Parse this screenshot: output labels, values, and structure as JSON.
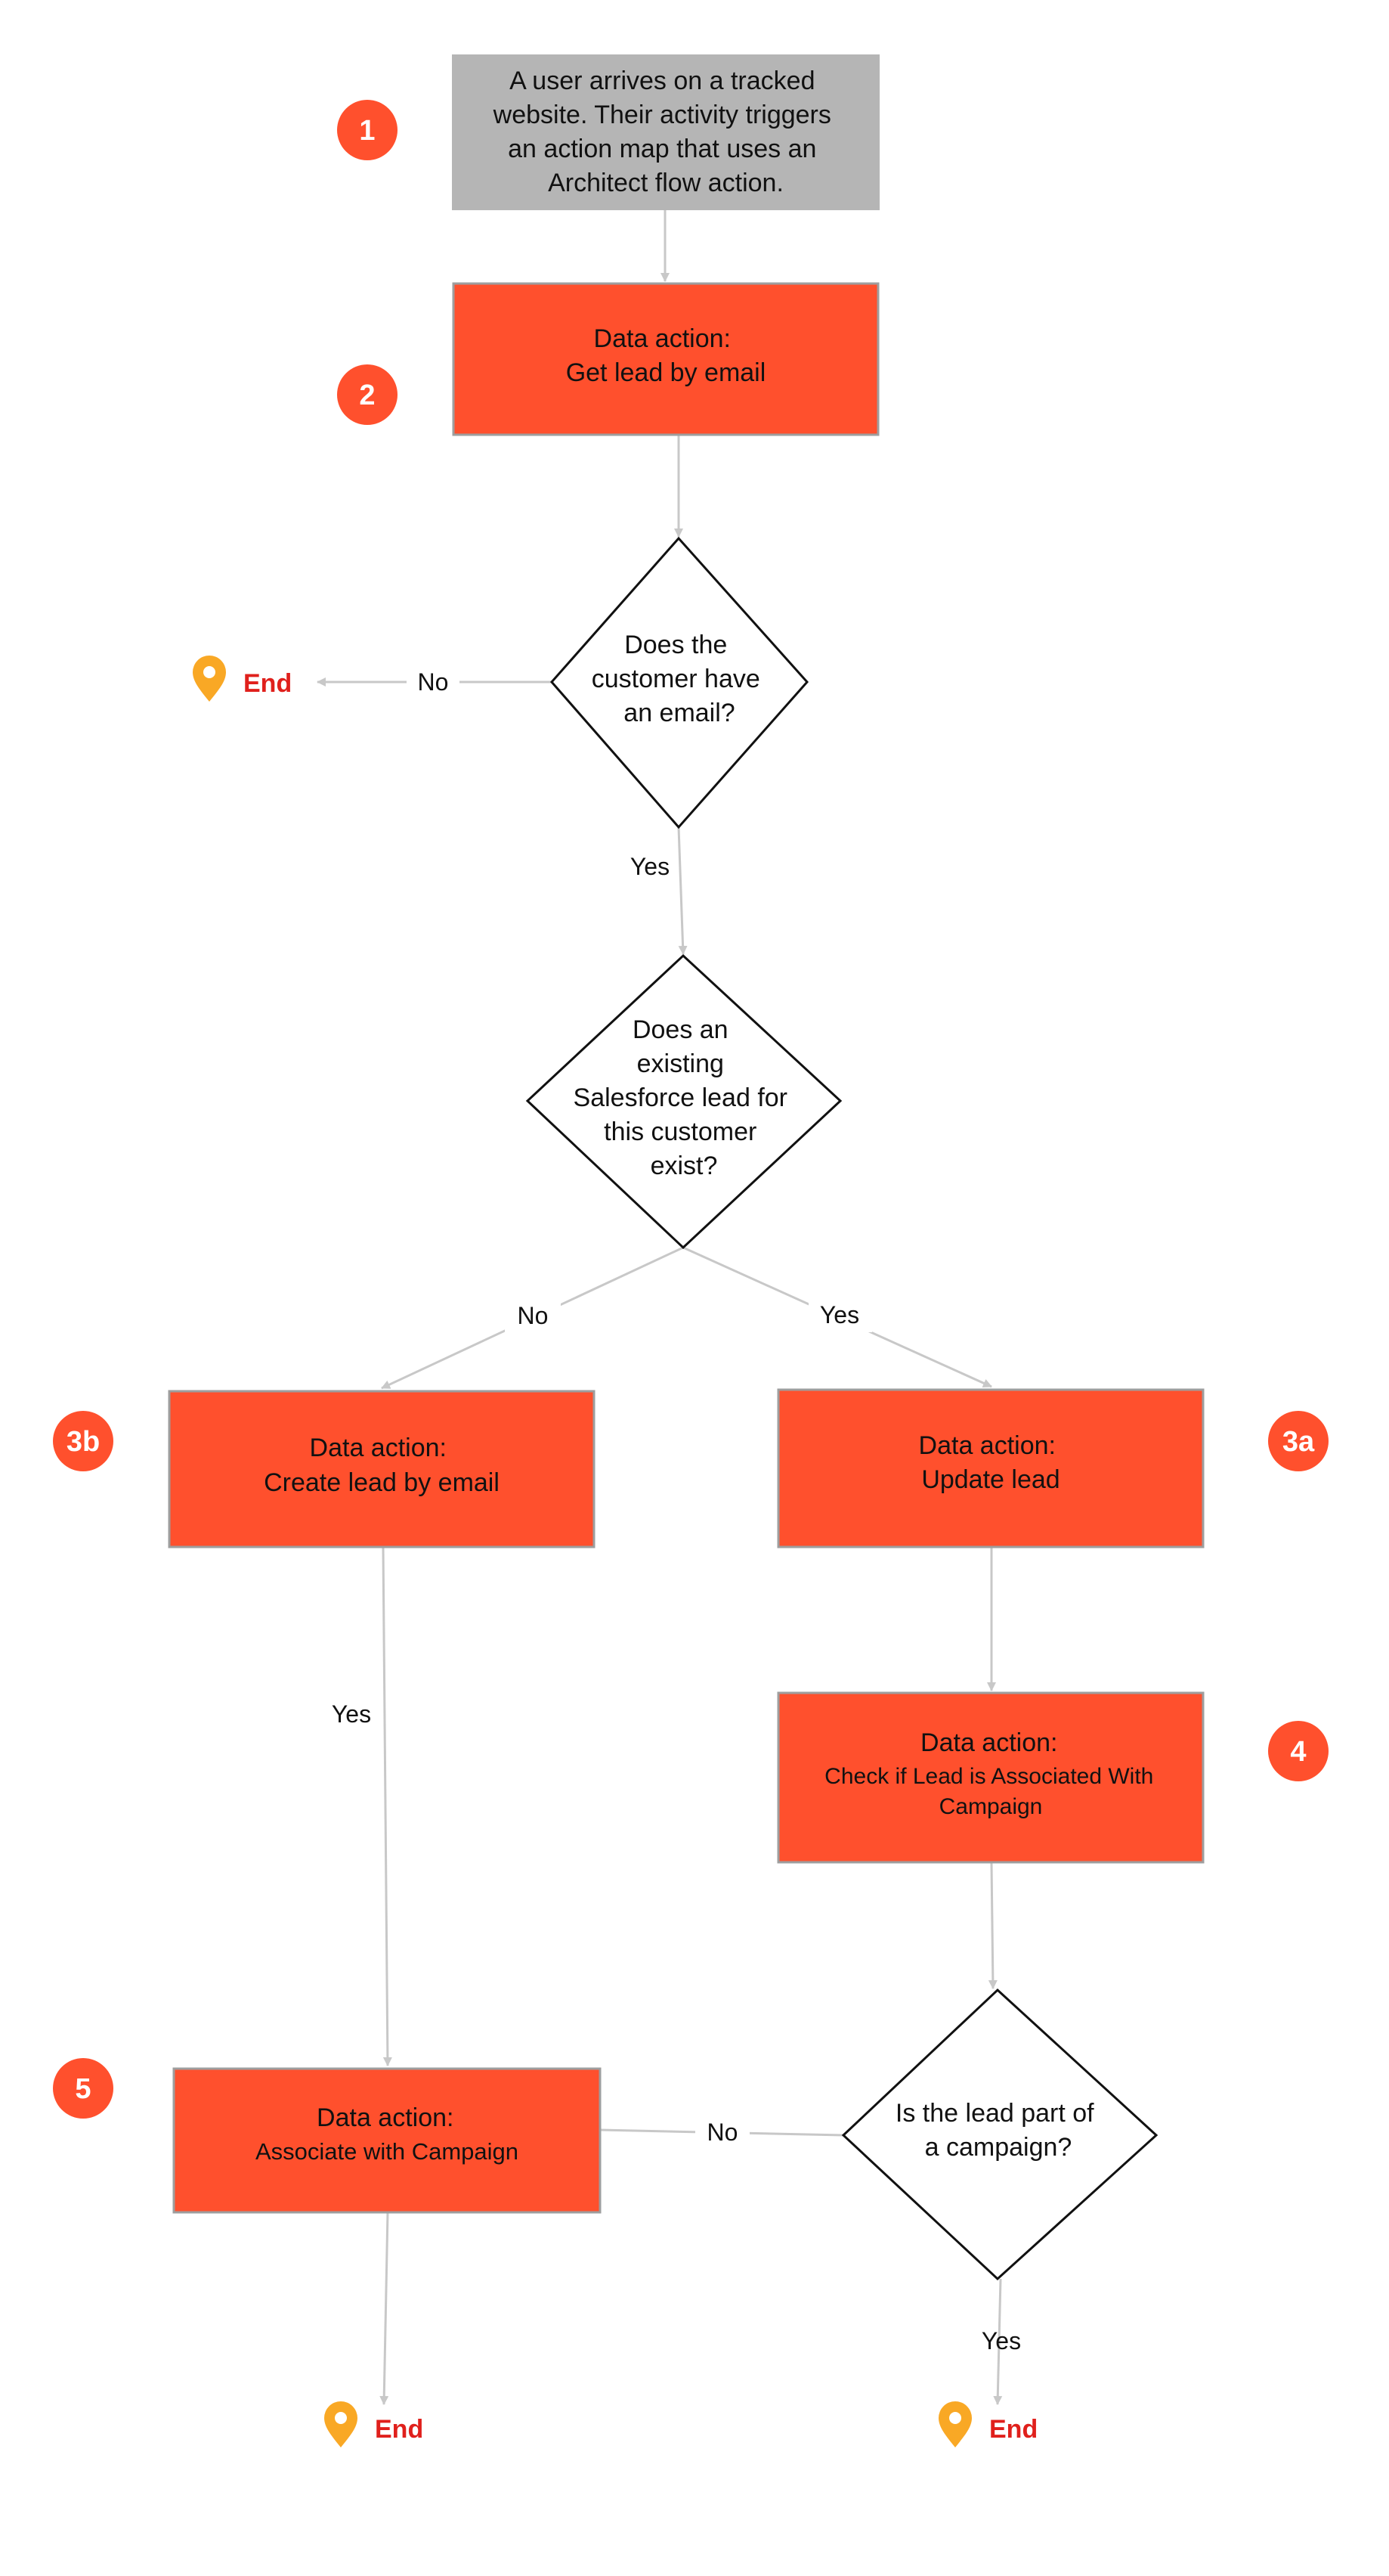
{
  "colors": {
    "action": "#FF502D",
    "start": "#B5B5B5",
    "border": "#9E9E9E",
    "line": "#C8C8C8",
    "end_pin": "#F9A825",
    "end_text": "#E0201C"
  },
  "icon": "map-pin-icon",
  "start": {
    "lines": [
      "A user  arrives on a tracked",
      "website. Their activity triggers",
      "an action map that uses an",
      "Architect flow action."
    ]
  },
  "get_lead": {
    "lines": [
      "Data action:",
      "Get lead by email"
    ]
  },
  "q_email": {
    "lines": [
      "Does the",
      "customer have",
      "an email?"
    ]
  },
  "q_exists": {
    "lines": [
      "Does an",
      "existing",
      "Salesforce lead for",
      "this customer",
      "exist?"
    ]
  },
  "create_lead": {
    "lines": [
      "Data action:",
      "Create lead by email"
    ]
  },
  "update_lead": {
    "lines": [
      "Data action:",
      "Update lead"
    ]
  },
  "check_campaign": {
    "lines": [
      "Data action:",
      "Check if Lead is Associated With",
      "Campaign"
    ]
  },
  "q_campaign": {
    "lines": [
      "Is the lead part of",
      "a campaign?"
    ]
  },
  "associate": {
    "lines": [
      "Data action:",
      "Associate with Campaign"
    ]
  },
  "badges": {
    "b1": "1",
    "b2": "2",
    "b3a": "3a",
    "b3b": "3b",
    "b4": "4",
    "b5": "5"
  },
  "labels": {
    "no_email": "No",
    "yes_email": "Yes",
    "no_exists": "No",
    "yes_exists": "Yes",
    "yes_create": "Yes",
    "no_campaign": "No",
    "yes_campaign": "Yes"
  },
  "end": {
    "label": "End"
  }
}
